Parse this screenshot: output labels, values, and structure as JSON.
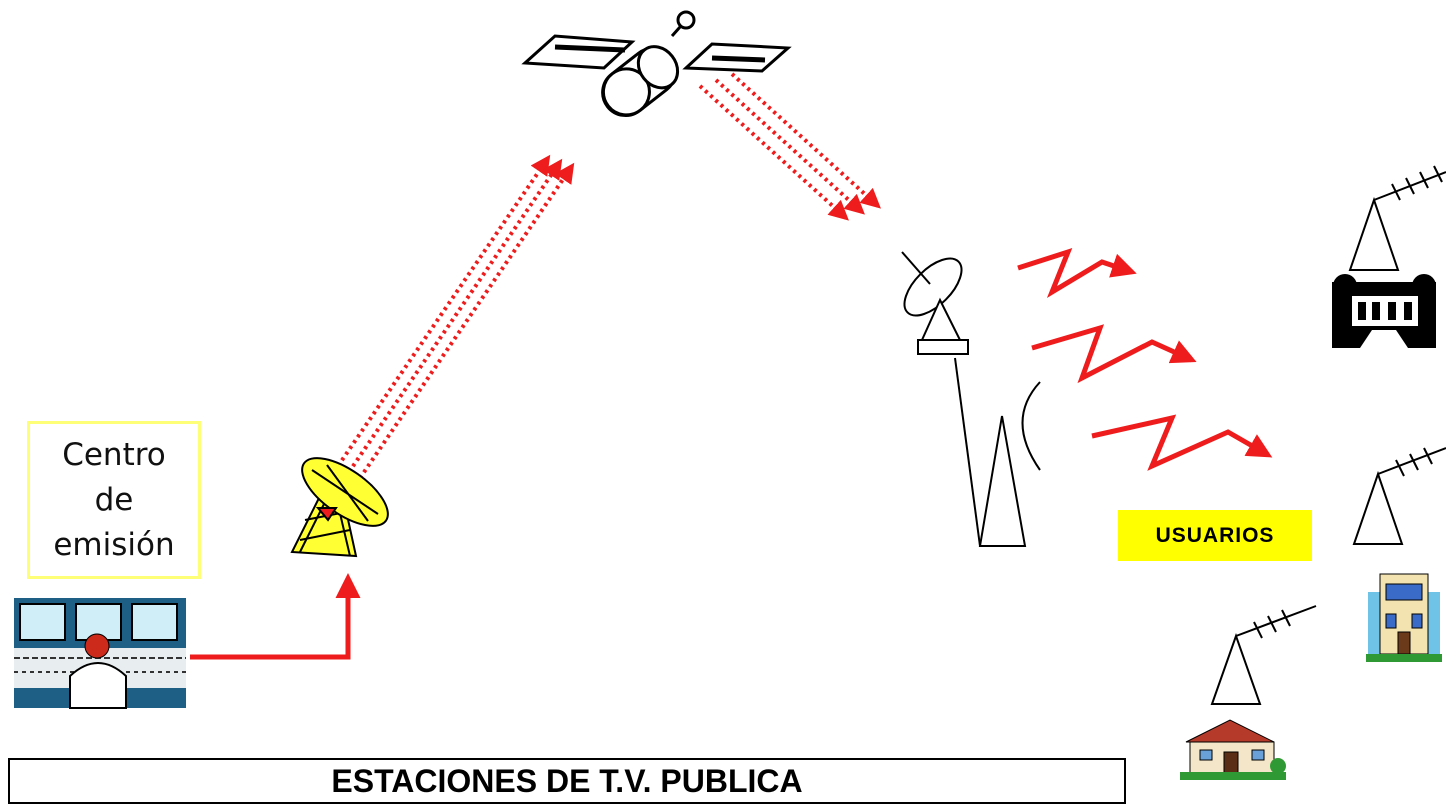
{
  "labels": {
    "centro": "Centro\nde\nemisión",
    "usuarios": "USUARIOS",
    "title": "ESTACIONES DE T.V. PUBLICA"
  },
  "colors": {
    "signal": "#ee1c1c",
    "label_highlight": "#ffff00",
    "box_border": "#ffff77",
    "uplink_dish": "#ffff33"
  },
  "icons": [
    "satellite-icon",
    "control-room-icon",
    "uplink-dish-icon",
    "relay-dish-icon",
    "transmitter-tower-icon",
    "tv-antenna-icon",
    "mansion-icon",
    "apartment-icon",
    "house-icon"
  ]
}
